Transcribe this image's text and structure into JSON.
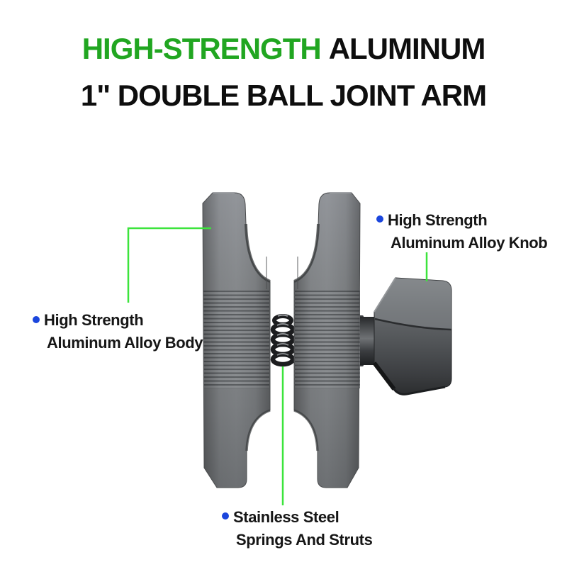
{
  "title": {
    "line1_highlight": "HIGH-STRENGTH",
    "line1_rest": "ALUMINUM",
    "line2": "1\" DOUBLE BALL JOINT ARM"
  },
  "callouts": {
    "knob": {
      "line1": "High Strength",
      "line2": "Aluminum Alloy Knob"
    },
    "body": {
      "line1": "High Strength",
      "line2": "Aluminum Alloy Body"
    },
    "spring": {
      "line1": "Stainless Steel",
      "line2": "Springs And Struts"
    }
  },
  "colors": {
    "accent_green": "#21A621",
    "line_green": "#3CE43C",
    "bullet_blue": "#1B46DD",
    "title_black": "#0E0E0E",
    "text_black": "#161616",
    "product_gray": "#85888B",
    "knob_gray": "#55585B",
    "spring_dark": "#1C1D1F"
  }
}
